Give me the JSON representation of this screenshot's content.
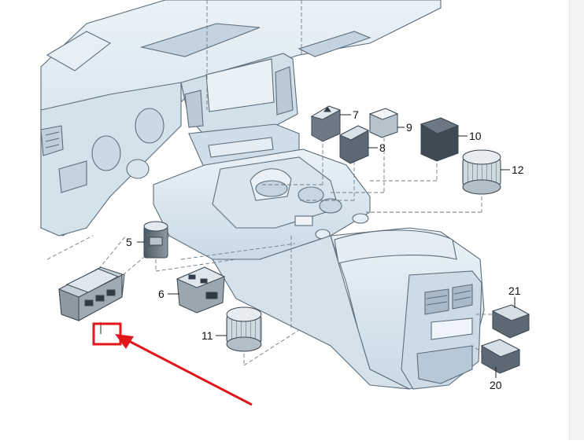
{
  "diagram": {
    "part_labels": {
      "p5": "5",
      "p6": "6",
      "p7": "7",
      "p8": "8",
      "p9": "9",
      "p10": "10",
      "p11": "11",
      "p12": "12",
      "p20": "20",
      "p21": "21"
    },
    "colors": {
      "outline": "#5d6d7a",
      "body_fill": "#dde9f2",
      "body_shadow": "#b9cbd8",
      "part_dark": "#2f3a44",
      "annotation": "#e0161b"
    }
  }
}
